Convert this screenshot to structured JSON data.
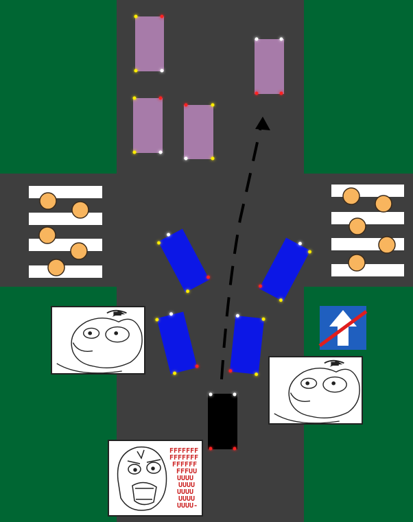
{
  "colors": {
    "grass": "#006633",
    "road": "#3e3e3e",
    "crosswalk": "#ffffff",
    "pedestrian": "#f8b55e",
    "parked_car": "#a77ba9",
    "turning_car": "#0c17e6",
    "player_car": "#000000",
    "sign_blue": "#1f5fbf",
    "sign_strike": "#e01e1e",
    "headlight": "#ffffff",
    "taillight": "#ff2020",
    "indicator": "#ffee00"
  },
  "icons": {
    "one_way_sign": "one-way-end-sign-icon",
    "path_arrow": "dashed-arrow-up-icon",
    "pedestrian": "pedestrian-circle-icon"
  },
  "comics": {
    "rage_panel": {
      "lines": [
        "FFFFFFF",
        "FFFFFFF",
        "FFFFFF",
        "FFFUU",
        "UUUU",
        "UUUU",
        "UUUU",
        "UUUU",
        "UUUU-"
      ]
    }
  }
}
